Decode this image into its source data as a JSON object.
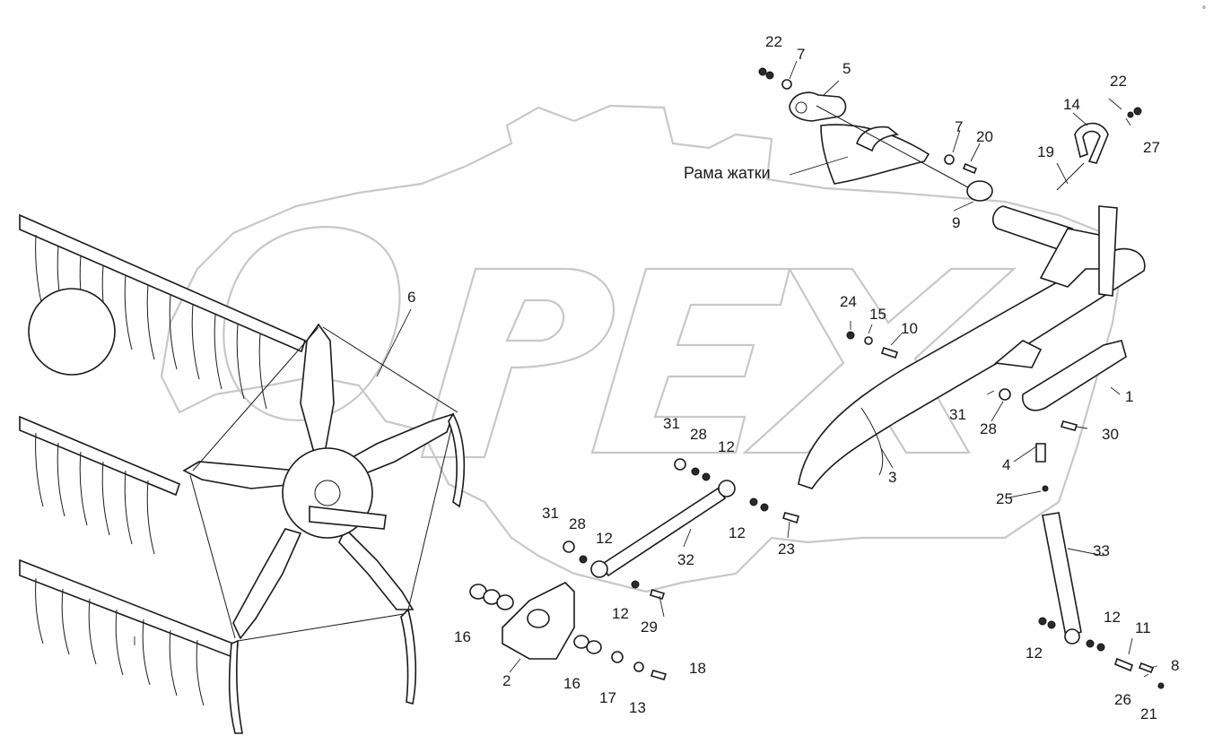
{
  "caption": "Рама жатки",
  "corner_mark": "°",
  "watermark_text": "OPEX",
  "colors": {
    "line": "#1a1a1a",
    "watermark": "#c8c8c8",
    "background": "#ffffff"
  },
  "labels": {
    "l1": "1",
    "l2": "2",
    "l3": "3",
    "l4": "4",
    "l5": "5",
    "l6": "6",
    "l7a": "7",
    "l7b": "7",
    "l8": "8",
    "l9": "9",
    "l10": "10",
    "l11": "11",
    "l12a": "12",
    "l12b": "12",
    "l12c": "12",
    "l12d": "12",
    "l12e": "12",
    "l12f": "12",
    "l13": "13",
    "l14": "14",
    "l15": "15",
    "l16a": "16",
    "l16b": "16",
    "l17": "17",
    "l18": "18",
    "l19": "19",
    "l20": "20",
    "l21": "21",
    "l22a": "22",
    "l22b": "22",
    "l23": "23",
    "l24": "24",
    "l25": "25",
    "l26": "26",
    "l27": "27",
    "l28a": "28",
    "l28b": "28",
    "l28c": "28",
    "l29": "29",
    "l30": "30",
    "l31a": "31",
    "l31b": "31",
    "l31c": "31",
    "l32": "32",
    "l33": "33"
  }
}
